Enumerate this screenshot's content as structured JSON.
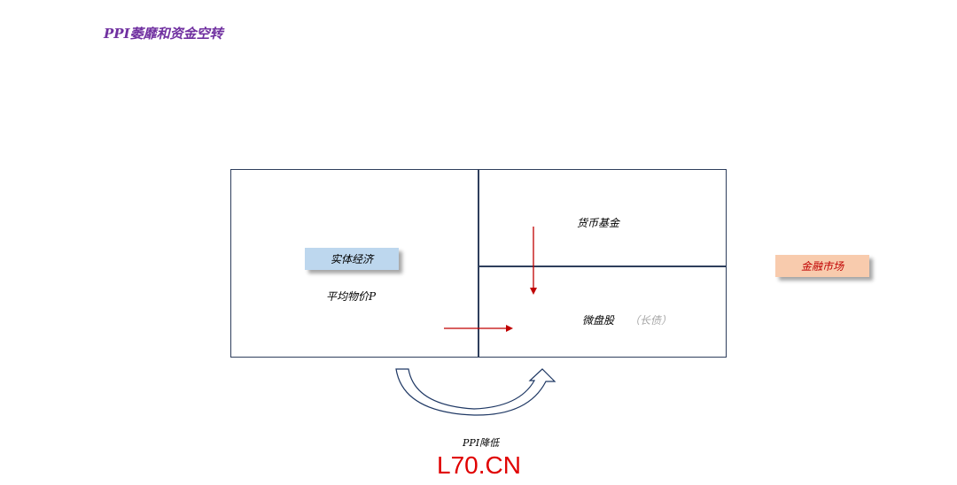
{
  "title": "PPI萎靡和资金空转",
  "left_panel": {
    "tag": "实体经济",
    "label": "平均物价P"
  },
  "right_top": {
    "label": "货币基金"
  },
  "right_bottom": {
    "label": "微盘股",
    "note": "（长债）"
  },
  "side_tag": "金融市场",
  "arrow_label": "PPI降低",
  "watermark": "L70.CN",
  "colors": {
    "title": "#7030a0",
    "arrow": "#c00000",
    "border": "#2e3e5c",
    "blue_tag": "#bdd7ee",
    "peach_tag": "#f8cbad",
    "side_text": "#c00000"
  }
}
